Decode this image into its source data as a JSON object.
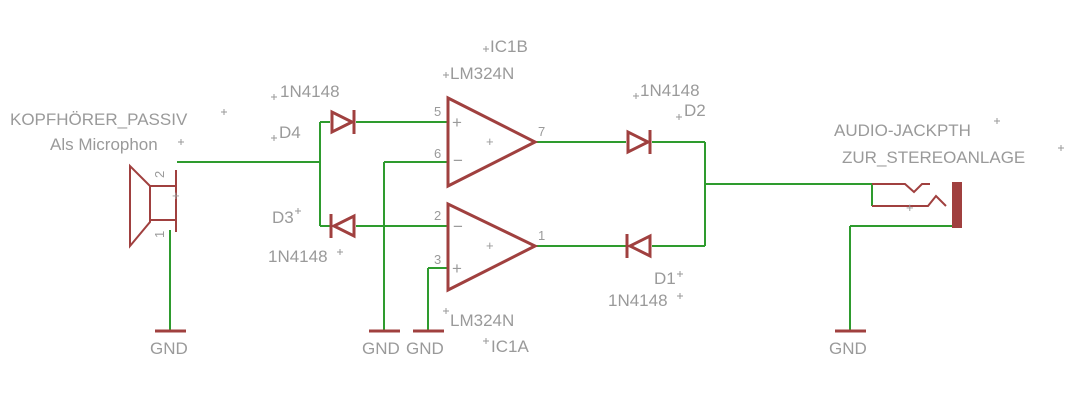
{
  "labels": {
    "kopfhoerer": "KOPFHÖRER_PASSIV",
    "als_microphon": "Als Microphon",
    "d4_value": "1N4148",
    "d4_name": "D4",
    "d3_name": "D3",
    "d3_value": "1N4148",
    "ic1b_name": "IC1B",
    "ic1b_value": "LM324N",
    "ic1a_value": "LM324N",
    "ic1a_name": "IC1A",
    "d2_value": "1N4148",
    "d2_name": "D2",
    "d1_name": "D1",
    "d1_value": "1N4148",
    "jack_name": "AUDIO-JACKPTH",
    "jack_value": "ZUR_STEREOANLAGE",
    "gnd1": "GND",
    "gnd2": "GND",
    "gnd3": "GND",
    "gnd4": "GND"
  },
  "pins": {
    "spk_2": "2",
    "spk_1": "1",
    "ic1b_5": "5",
    "ic1b_6": "6",
    "ic1b_7": "7",
    "ic1a_2": "2",
    "ic1a_3": "3",
    "ic1a_1": "1"
  },
  "colors": {
    "wire": "#2e9b2e",
    "symbol": "#a0403f",
    "text": "#9a9a9a",
    "background": "#ffffff"
  }
}
